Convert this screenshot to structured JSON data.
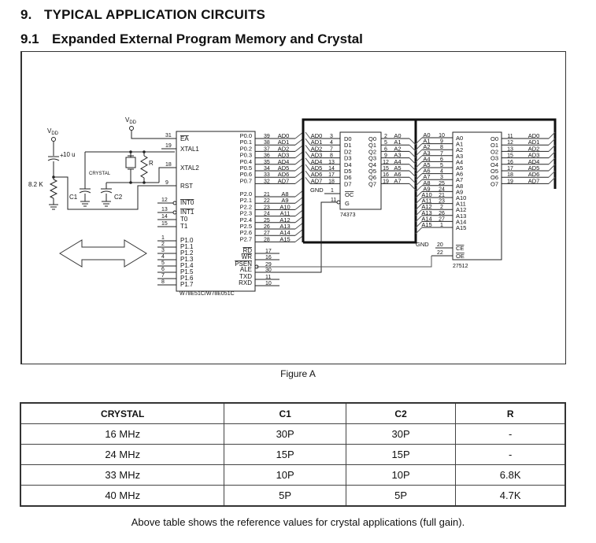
{
  "section": {
    "number": "9.",
    "title": "TYPICAL APPLICATION CIRCUITS"
  },
  "subsection": {
    "number": "9.1",
    "title": "Expanded External Program Memory and Crystal"
  },
  "figure": {
    "caption": "Figure A",
    "power_labels": {
      "vdd_left": "V",
      "vdd_left_sub": "DD",
      "vdd_top": "V",
      "vdd_top_sub": "DD"
    },
    "components": {
      "cap_10u": "10 u",
      "res_8k2": "8.2 K",
      "crystal": "CRYSTAL",
      "r": "R",
      "c1": "C1",
      "c2": "C2"
    },
    "mcu": {
      "name": "W78E51C/W78E051C",
      "left_pins": [
        {
          "num": "31",
          "label": "EA",
          "bar": true
        },
        {
          "num": "19",
          "label": "XTAL1"
        },
        {
          "num": "18",
          "label": "XTAL2"
        },
        {
          "num": "9",
          "label": "RST"
        },
        {
          "num": "12",
          "label": "INT0",
          "bar": true
        },
        {
          "num": "13",
          "label": "INT1",
          "bar": true
        },
        {
          "num": "14",
          "label": "T0"
        },
        {
          "num": "15",
          "label": "T1"
        },
        {
          "num": "1",
          "label": "P1.0"
        },
        {
          "num": "2",
          "label": "P1.1"
        },
        {
          "num": "3",
          "label": "P1.2"
        },
        {
          "num": "4",
          "label": "P1.3"
        },
        {
          "num": "5",
          "label": "P1.4"
        },
        {
          "num": "6",
          "label": "P1.5"
        },
        {
          "num": "7",
          "label": "P1.6"
        },
        {
          "num": "8",
          "label": "P1.7"
        }
      ],
      "p0": [
        {
          "label": "P0.0",
          "num": "39",
          "net": "AD0"
        },
        {
          "label": "P0.1",
          "num": "38",
          "net": "AD1"
        },
        {
          "label": "P0.2",
          "num": "37",
          "net": "AD2"
        },
        {
          "label": "P0.3",
          "num": "36",
          "net": "AD3"
        },
        {
          "label": "P0.4",
          "num": "35",
          "net": "AD4"
        },
        {
          "label": "P0.5",
          "num": "34",
          "net": "AD5"
        },
        {
          "label": "P0.6",
          "num": "33",
          "net": "AD6"
        },
        {
          "label": "P0.7",
          "num": "32",
          "net": "AD7"
        }
      ],
      "p2": [
        {
          "label": "P2.0",
          "num": "21",
          "net": "A8"
        },
        {
          "label": "P2.1",
          "num": "22",
          "net": "A9"
        },
        {
          "label": "P2.2",
          "num": "23",
          "net": "A10"
        },
        {
          "label": "P2.3",
          "num": "24",
          "net": "A11"
        },
        {
          "label": "P2.4",
          "num": "25",
          "net": "A12"
        },
        {
          "label": "P2.5",
          "num": "26",
          "net": "A13"
        },
        {
          "label": "P2.6",
          "num": "27",
          "net": "A14"
        },
        {
          "label": "P2.7",
          "num": "28",
          "net": "A15"
        }
      ],
      "ctrl": [
        {
          "label": "RD",
          "num": "17",
          "bar": true
        },
        {
          "label": "WR",
          "num": "16",
          "bar": true
        },
        {
          "label": "PSEN",
          "num": "29",
          "bar": true
        },
        {
          "label": "ALE",
          "num": "30"
        },
        {
          "label": "TXD",
          "num": "11"
        },
        {
          "label": "RXD",
          "num": "10"
        }
      ]
    },
    "latch": {
      "name": "74373",
      "inputs": [
        {
          "net": "AD0",
          "num": "3",
          "pin": "D0"
        },
        {
          "net": "AD1",
          "num": "4",
          "pin": "D1"
        },
        {
          "net": "AD2",
          "num": "7",
          "pin": "D2"
        },
        {
          "net": "AD3",
          "num": "8",
          "pin": "D3"
        },
        {
          "net": "AD4",
          "num": "13",
          "pin": "D4"
        },
        {
          "net": "AD5",
          "num": "14",
          "pin": "D5"
        },
        {
          "net": "AD6",
          "num": "17",
          "pin": "D6"
        },
        {
          "net": "AD7",
          "num": "18",
          "pin": "D7"
        }
      ],
      "outputs": [
        {
          "pin": "Q0",
          "num": "2",
          "net": "A0"
        },
        {
          "pin": "Q1",
          "num": "5",
          "net": "A1"
        },
        {
          "pin": "Q2",
          "num": "6",
          "net": "A2"
        },
        {
          "pin": "Q3",
          "num": "9",
          "net": "A3"
        },
        {
          "pin": "Q4",
          "num": "12",
          "net": "A4"
        },
        {
          "pin": "Q5",
          "num": "15",
          "net": "A5"
        },
        {
          "pin": "Q6",
          "num": "16",
          "net": "A6"
        },
        {
          "pin": "Q7",
          "num": "19",
          "net": "A7"
        }
      ],
      "oc": {
        "net": "GND",
        "num": "1",
        "pin": "OC"
      },
      "g": {
        "num": "11",
        "pin": "G"
      }
    },
    "eprom": {
      "name": "27512",
      "address": [
        {
          "net": "A0",
          "num": "10",
          "pin": "A0"
        },
        {
          "net": "A1",
          "num": "9",
          "pin": "A1"
        },
        {
          "net": "A2",
          "num": "8",
          "pin": "A2"
        },
        {
          "net": "A3",
          "num": "7",
          "pin": "A3"
        },
        {
          "net": "A4",
          "num": "6",
          "pin": "A4"
        },
        {
          "net": "A5",
          "num": "5",
          "pin": "A5"
        },
        {
          "net": "A6",
          "num": "4",
          "pin": "A6"
        },
        {
          "net": "A7",
          "num": "3",
          "pin": "A7"
        },
        {
          "net": "A8",
          "num": "25",
          "pin": "A8"
        },
        {
          "net": "A9",
          "num": "24",
          "pin": "A9"
        },
        {
          "net": "A10",
          "num": "21",
          "pin": "A10"
        },
        {
          "net": "A11",
          "num": "23",
          "pin": "A11"
        },
        {
          "net": "A12",
          "num": "2",
          "pin": "A12"
        },
        {
          "net": "A13",
          "num": "26",
          "pin": "A13"
        },
        {
          "net": "A14",
          "num": "27",
          "pin": "A14"
        },
        {
          "net": "A15",
          "num": "1",
          "pin": "A15"
        }
      ],
      "ce": {
        "net": "GND",
        "num": "20",
        "pin": "CE"
      },
      "oe": {
        "num": "22",
        "pin": "OE"
      },
      "outputs": [
        {
          "pin": "O0",
          "num": "11",
          "net": "AD0"
        },
        {
          "pin": "O1",
          "num": "12",
          "net": "AD1"
        },
        {
          "pin": "O2",
          "num": "13",
          "net": "AD2"
        },
        {
          "pin": "O3",
          "num": "15",
          "net": "AD3"
        },
        {
          "pin": "O4",
          "num": "16",
          "net": "AD4"
        },
        {
          "pin": "O5",
          "num": "17",
          "net": "AD5"
        },
        {
          "pin": "O6",
          "num": "18",
          "net": "AD6"
        },
        {
          "pin": "O7",
          "num": "19",
          "net": "AD7"
        }
      ]
    }
  },
  "table": {
    "headers": [
      "CRYSTAL",
      "C1",
      "C2",
      "R"
    ],
    "rows": [
      [
        "16 MHz",
        "30P",
        "30P",
        "-"
      ],
      [
        "24 MHz",
        "15P",
        "15P",
        "-"
      ],
      [
        "33 MHz",
        "10P",
        "10P",
        "6.8K"
      ],
      [
        "40 MHz",
        "5P",
        "5P",
        "4.7K"
      ]
    ]
  },
  "note": "Above table shows the reference values for crystal applications (full gain)."
}
